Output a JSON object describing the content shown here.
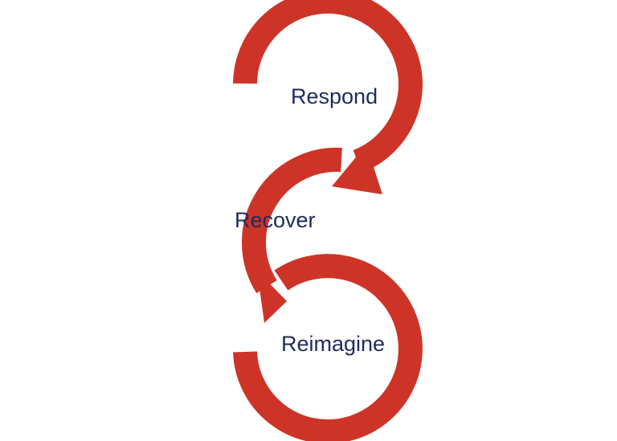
{
  "diagram": {
    "colors": {
      "arrow": "#cd3427",
      "text": "#1f2a5c",
      "background": "#ffffff"
    },
    "stages": [
      {
        "label": "Respond"
      },
      {
        "label": "Recover"
      },
      {
        "label": "Reimagine"
      }
    ]
  }
}
